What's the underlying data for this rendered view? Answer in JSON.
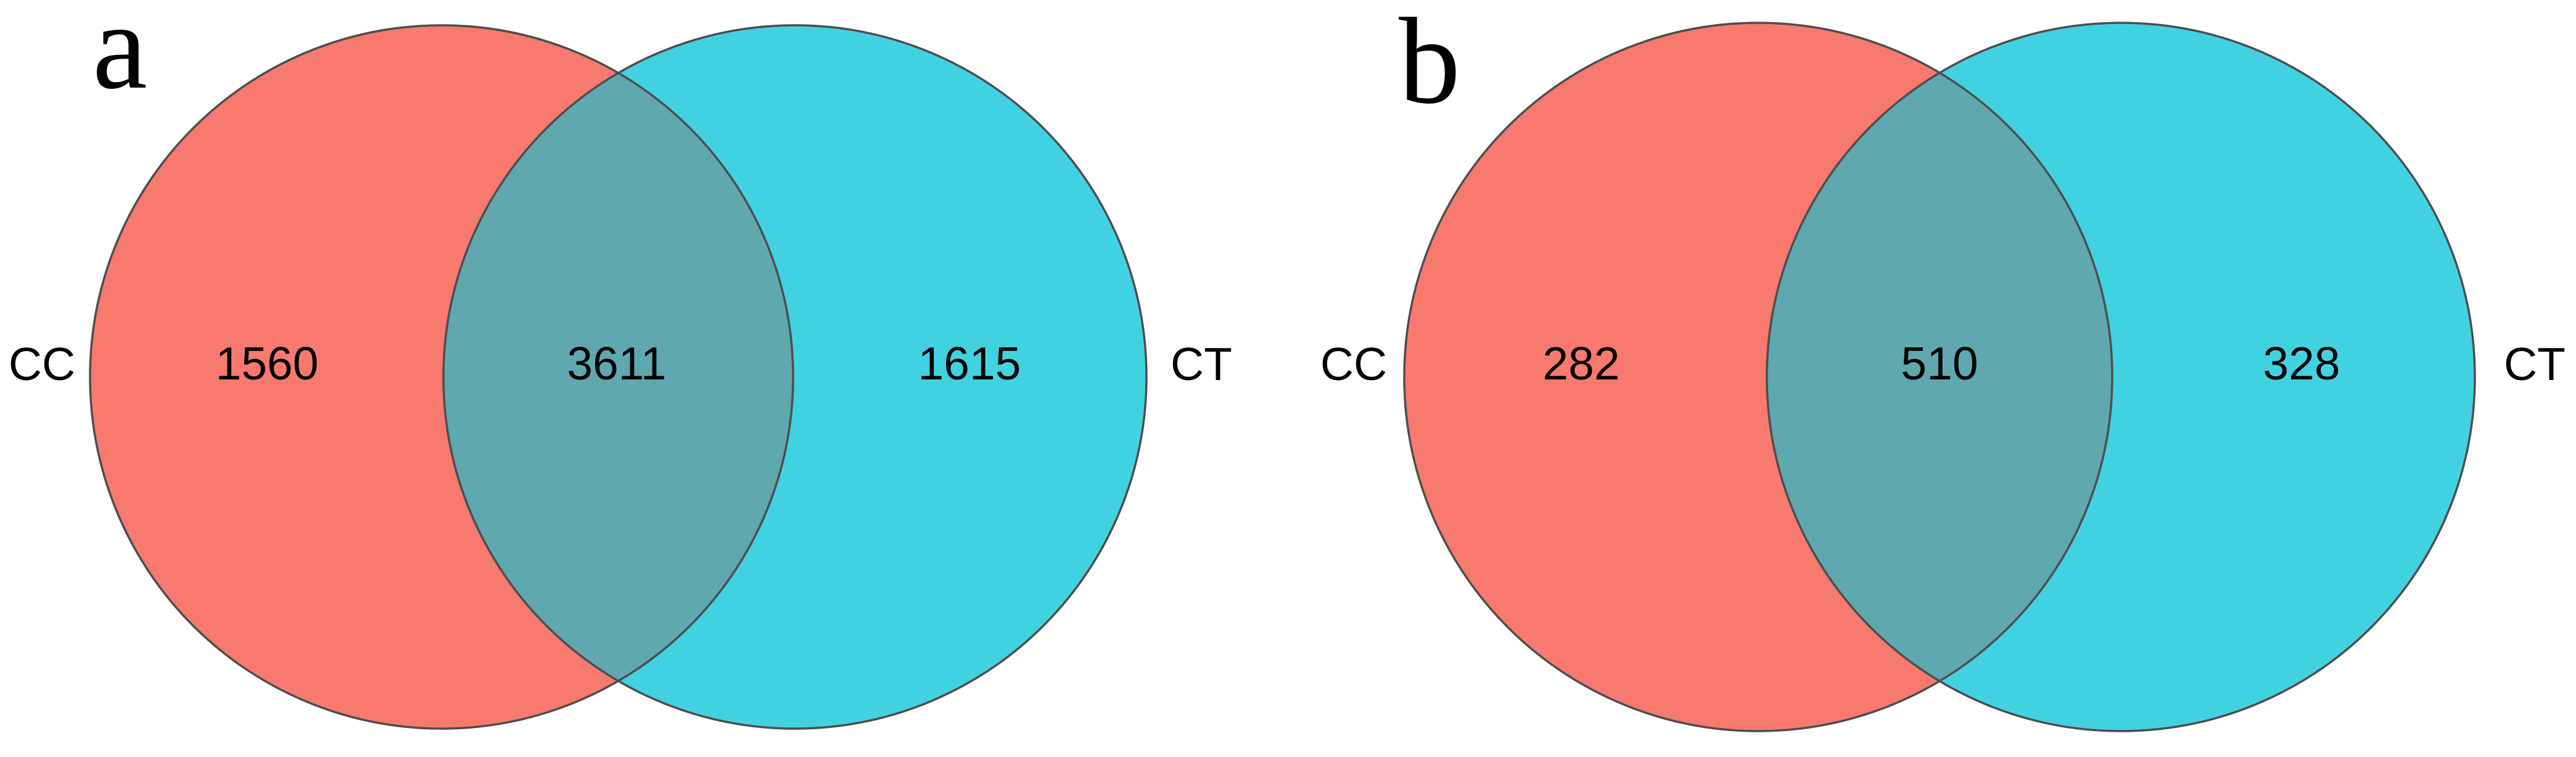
{
  "figure": {
    "description": "Two-panel Venn diagram comparing CC and CT sets",
    "background": "#FFFFFF"
  },
  "colors": {
    "left_circle": "#F8796E",
    "right_circle": "#41D2E2",
    "overlap": "#5FA8B0",
    "outline": "#4D4D4D",
    "text": "#000000"
  },
  "chart_data": [
    {
      "type": "venn",
      "panel_label": "a",
      "sets": [
        "CC",
        "CT"
      ],
      "regions": {
        "CC_only": 1560,
        "intersection": 3611,
        "CT_only": 1615
      }
    },
    {
      "type": "venn",
      "panel_label": "b",
      "sets": [
        "CC",
        "CT"
      ],
      "regions": {
        "CC_only": 282,
        "intersection": 510,
        "CT_only": 328
      }
    }
  ]
}
